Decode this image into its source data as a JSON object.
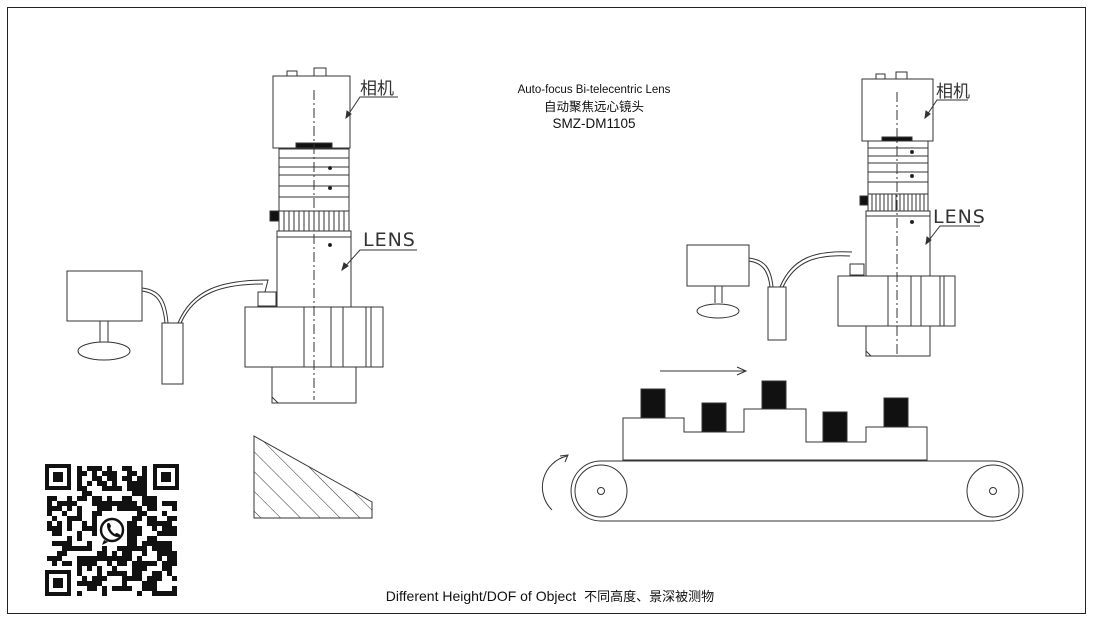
{
  "title": {
    "line1": "Auto-focus Bi-telecentric Lens",
    "line2": "自动聚焦远心镜头",
    "line3": "SMZ-DM1105"
  },
  "labels": {
    "camera_left": "相机",
    "lens_left": "LENS",
    "camera_right": "相机",
    "lens_right": "LENS"
  },
  "caption": {
    "en": "Different Height/DOF of Object",
    "cn": "不同高度、景深被测物"
  },
  "icons": {
    "qr": "qr-code-icon",
    "whatsapp": "whatsapp-icon",
    "arrow": "direction-arrow-icon",
    "rotation": "rotation-arrow-icon"
  },
  "colors": {
    "stroke": "#333333",
    "fill_dark": "#111111"
  }
}
